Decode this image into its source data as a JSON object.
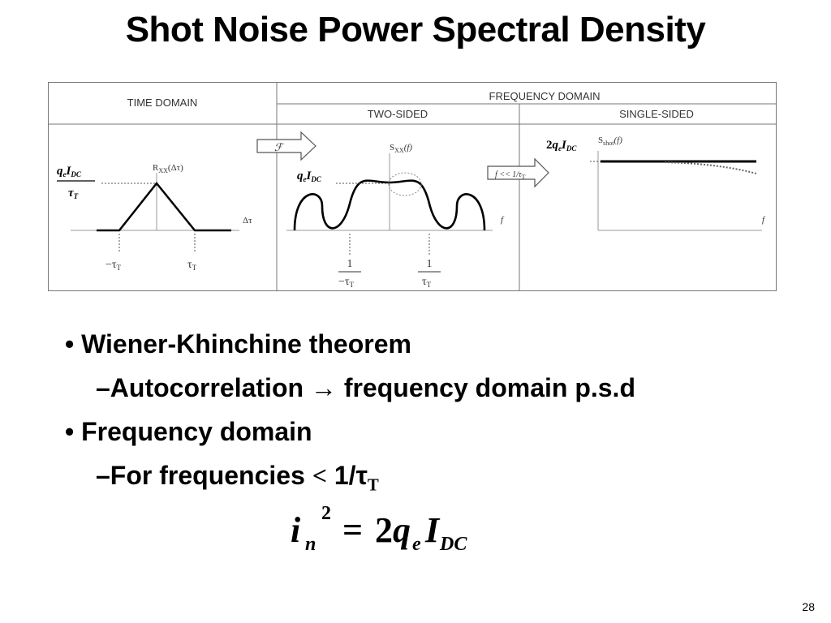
{
  "slide": {
    "title": "Shot Noise Power Spectral Density",
    "page_number": "28"
  },
  "figure": {
    "time_domain_header": "TIME DOMAIN",
    "frequency_domain_header": "FREQUENCY DOMAIN",
    "two_sided_header": "TWO-SIDED",
    "single_sided_header": "SINGLE-SIDED",
    "fourier_symbol": "ℱ",
    "low_freq_condition": "f << 1/τ",
    "low_freq_condition_sub": "T",
    "time": {
      "func": "R",
      "func_sub": "XX",
      "func_arg": "(Δτ)",
      "peak_num_q": "q",
      "peak_num_e": "e",
      "peak_num_I": "I",
      "peak_num_dc": "DC",
      "peak_den": "τ",
      "peak_den_sub": "T",
      "x_axis": "Δτ",
      "left_tick": "−τ",
      "left_tick_sub": "T",
      "right_tick": "τ",
      "right_tick_sub": "T"
    },
    "two_sided": {
      "func": "S",
      "func_sub": "XX",
      "func_arg": "(f)",
      "peak_q": "q",
      "peak_e": "e",
      "peak_I": "I",
      "peak_dc": "DC",
      "x_axis": "f",
      "left_tick_num": "1",
      "left_tick_den": "−τ",
      "left_tick_den_sub": "T",
      "right_tick_num": "1",
      "right_tick_den": "τ",
      "right_tick_den_sub": "T"
    },
    "single_sided": {
      "func": "S",
      "func_sub": "shot",
      "func_arg": "(f)",
      "level_2": "2",
      "level_q": "q",
      "level_e": "e",
      "level_I": "I",
      "level_dc": "DC",
      "x_axis": "f"
    }
  },
  "bullets": {
    "b1": "Wiener-Khinchine theorem",
    "b1_sub_pre": "–Autocorrelation ",
    "b1_sub_arrow": "→",
    "b1_sub_post": " frequency domain p.s.d",
    "b2": "Frequency domain",
    "b2_sub_pre": "–For frequencies ",
    "b2_sub_lt": "<",
    "b2_sub_val": " 1/τ",
    "b2_sub_sub": "T",
    "bullet_glyph": "•"
  },
  "equation": {
    "i": "i",
    "n": "n",
    "exp": "2",
    "eq": "=",
    "two": "2",
    "q": "q",
    "e": "e",
    "I": "I",
    "dc": "DC"
  }
}
